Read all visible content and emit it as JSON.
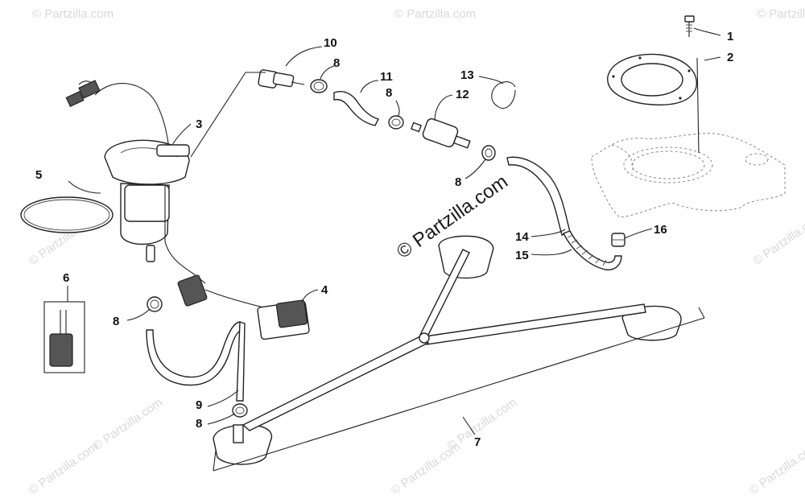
{
  "diagram": {
    "watermark_center": "© Partzilla.com",
    "watermark_tile": "© Partzilla.com",
    "callouts": [
      {
        "id": "c1",
        "text": "1"
      },
      {
        "id": "c2",
        "text": "2"
      },
      {
        "id": "c3",
        "text": "3"
      },
      {
        "id": "c4",
        "text": "4"
      },
      {
        "id": "c5",
        "text": "5"
      },
      {
        "id": "c6",
        "text": "6"
      },
      {
        "id": "c7",
        "text": "7"
      },
      {
        "id": "c8a",
        "text": "8"
      },
      {
        "id": "c8b",
        "text": "8"
      },
      {
        "id": "c8c",
        "text": "8"
      },
      {
        "id": "c8d",
        "text": "8"
      },
      {
        "id": "c8e",
        "text": "8"
      },
      {
        "id": "c9",
        "text": "9"
      },
      {
        "id": "c10",
        "text": "10"
      },
      {
        "id": "c11",
        "text": "11"
      },
      {
        "id": "c12",
        "text": "12"
      },
      {
        "id": "c13",
        "text": "13"
      },
      {
        "id": "c14",
        "text": "14"
      },
      {
        "id": "c15",
        "text": "15"
      },
      {
        "id": "c16",
        "text": "16"
      }
    ]
  }
}
